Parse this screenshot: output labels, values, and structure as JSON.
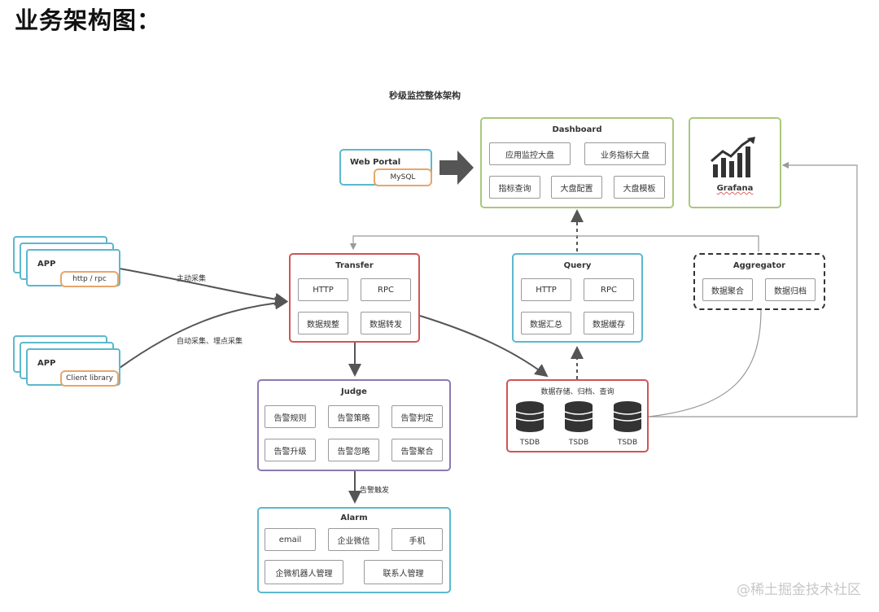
{
  "page_title": "业务架构图：",
  "diagram_title": "秒级监控整体架构",
  "web_portal": {
    "title": "Web Portal",
    "db": "MySQL"
  },
  "dashboard": {
    "title": "Dashboard",
    "items": [
      "应用监控大盘",
      "业务指标大盘",
      "指标查询",
      "大盘配置",
      "大盘模板"
    ]
  },
  "grafana": {
    "label": "Grafana"
  },
  "apps": [
    {
      "label": "APP",
      "client": "http / rpc"
    },
    {
      "label": "APP",
      "client": "Client library"
    }
  ],
  "edges": {
    "active_collect": "主动采集",
    "auto_collect": "自动采集、埋点采集",
    "alert_trigger": "告警触发"
  },
  "transfer": {
    "title": "Transfer",
    "items": [
      "HTTP",
      "RPC",
      "数据规整",
      "数据转发"
    ]
  },
  "query": {
    "title": "Query",
    "items": [
      "HTTP",
      "RPC",
      "数据汇总",
      "数据缓存"
    ]
  },
  "aggregator": {
    "title": "Aggregator",
    "items": [
      "数据聚合",
      "数据归档"
    ]
  },
  "judge": {
    "title": "Judge",
    "items": [
      "告警规则",
      "告警策略",
      "告警判定",
      "告警升级",
      "告警忽略",
      "告警聚合"
    ]
  },
  "storage": {
    "title": "数据存储、归档、查询",
    "dbs": [
      "TSDB",
      "TSDB",
      "TSDB"
    ]
  },
  "alarm": {
    "title": "Alarm",
    "items": [
      "email",
      "企业微信",
      "手机",
      "企微机器人管理",
      "联系人管理"
    ]
  },
  "watermark": "@稀土掘金技术社区"
}
